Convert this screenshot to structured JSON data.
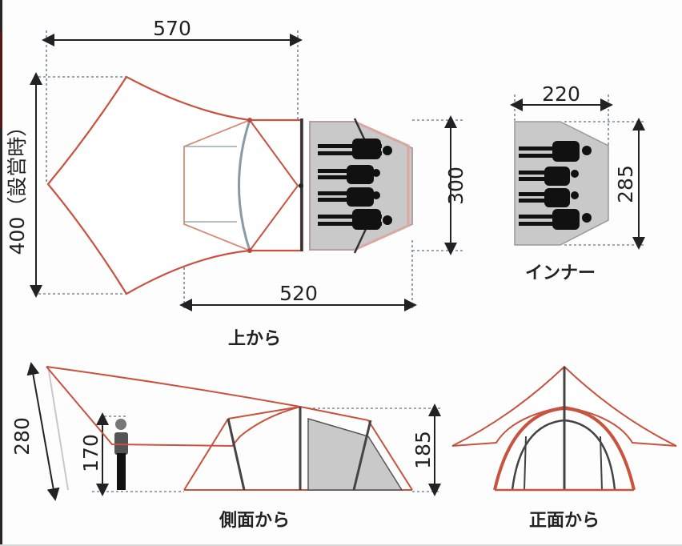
{
  "diagram": {
    "colors": {
      "fly_outline": "#c8533f",
      "fly_fill": "#ffffff",
      "inner_fill": "#c9c9c9",
      "pole": "#444444",
      "dimension_line": "#222222",
      "guide_line": "#7a8a9a"
    },
    "top_view": {
      "caption": "上から",
      "dim_width_total": "570",
      "dim_width_body": "520",
      "dim_depth": "300",
      "dim_height_left": "400（設営時）",
      "sleeping_capacity_icons": 4
    },
    "inner_view": {
      "caption": "インナー",
      "dim_width": "220",
      "dim_depth": "285",
      "sleeping_capacity_icons": 4
    },
    "side_view": {
      "caption": "側面から",
      "dim_pole": "280",
      "dim_person": "170",
      "dim_height": "185"
    },
    "front_view": {
      "caption": "正面から"
    }
  }
}
